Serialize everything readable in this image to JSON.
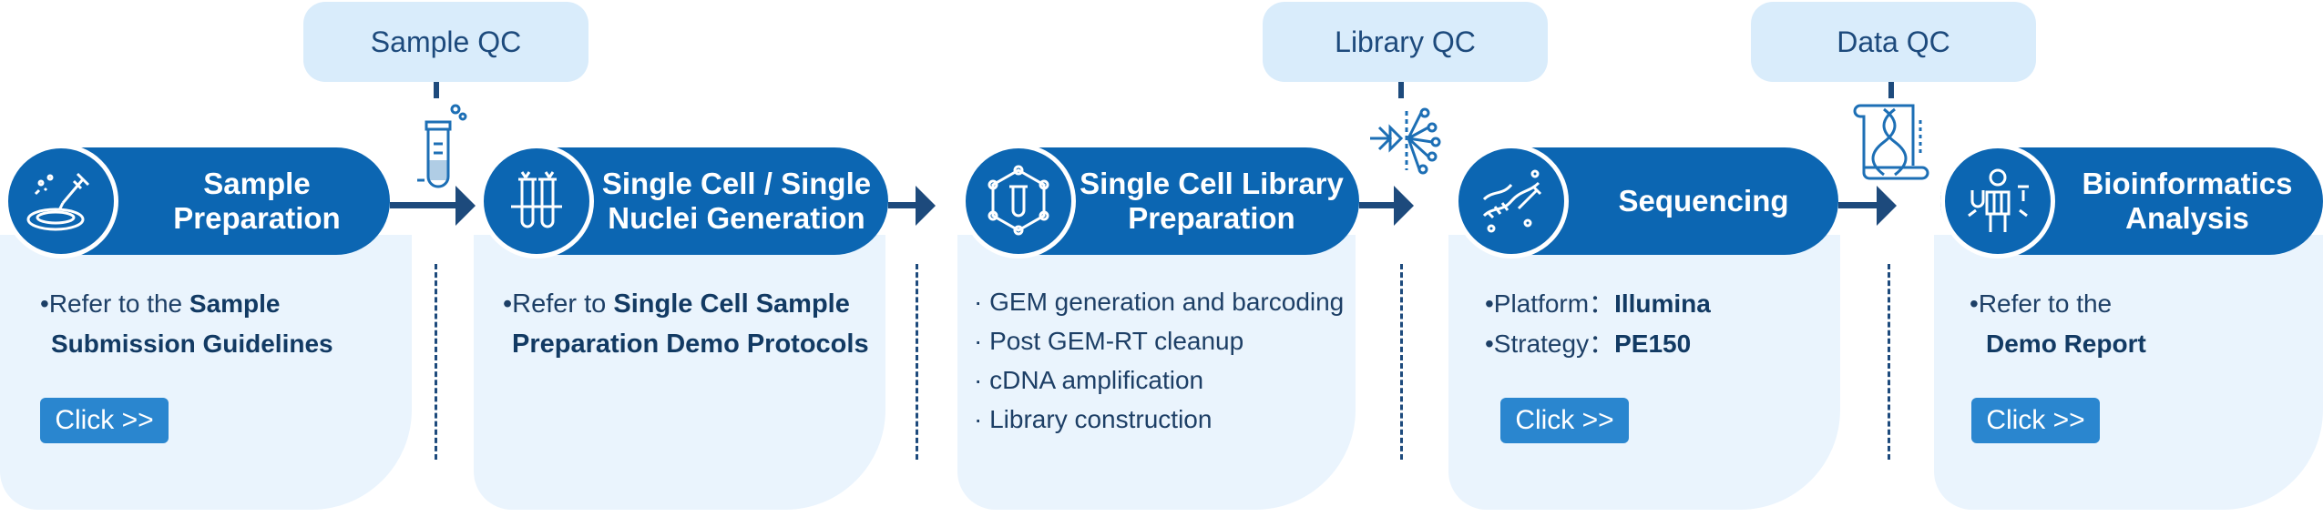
{
  "qc": {
    "sample": "Sample QC",
    "library": "Library QC",
    "data": "Data QC"
  },
  "steps": [
    {
      "title1": "Sample",
      "title2": "Preparation",
      "icon": "pipette-dish-icon",
      "bullet": "•",
      "line1_pre": "Refer to the ",
      "line1_bold": "Sample",
      "line2_bold": "Submission Guidelines",
      "button": "Click >>"
    },
    {
      "title1": "Single Cell / Single",
      "title2": "Nuclei Generation",
      "icon": "test-tubes-icon",
      "bullet": "•",
      "line1_pre": "Refer to ",
      "line1_bold": "Single Cell Sample",
      "line2_bold": "Preparation Demo Protocols"
    },
    {
      "title1": "Single Cell Library",
      "title2": "Preparation",
      "icon": "molecule-tube-icon",
      "items": [
        "GEM generation and barcoding",
        "Post GEM-RT cleanup",
        "cDNA amplification",
        "Library construction"
      ]
    },
    {
      "title1": "Sequencing",
      "icon": "dna-strand-icon",
      "line1_pre": "•Platform：",
      "line1_bold": "Illumina",
      "line2_pre": "•Strategy：",
      "line2_bold": "PE150",
      "button": "Click >>"
    },
    {
      "title1": "Bioinformatics",
      "title2": "Analysis",
      "icon": "scientist-icon",
      "bullet": "•",
      "line1_pre": "Refer to the",
      "line2_bold": "Demo Report",
      "button": "Click >>"
    }
  ],
  "list_bullet": "·",
  "colors": {
    "primary": "#0c66b2",
    "card": "#eaf4fd",
    "qc": "#d9ecfb",
    "button": "#2a86cf",
    "dark": "#1d4a7c"
  }
}
